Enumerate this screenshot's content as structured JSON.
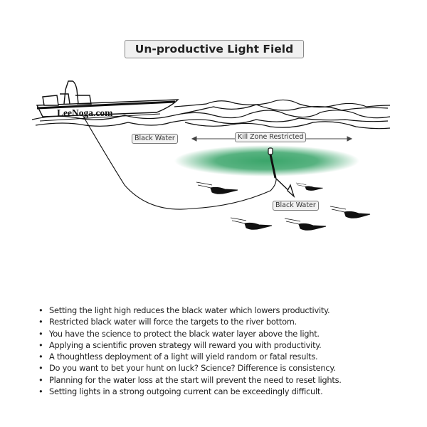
{
  "title": "Un-productive Light Field",
  "boat": {
    "brand_text": "LeeNoga.com"
  },
  "labels": {
    "black_water_left": "Black Water",
    "kill_zone": "Kill Zone Restricted",
    "black_water_lower": "Black Water"
  },
  "colors": {
    "light_field": "#3aa56a",
    "ink": "#111111",
    "label_bg": "#f2f2f2"
  },
  "bullet_glyph": "•",
  "bullets": [
    "Setting the light high reduces the black water which lowers productivity.",
    "Restricted black water will force the targets to the river bottom.",
    "You have the science to protect the black water layer above the light.",
    "Applying a scientific proven strategy will reward you with productivity.",
    "A thoughtless deployment of a light will yield random or fatal results.",
    "Do you want to bet your hunt on luck? Science? Difference is consistency.",
    "Planning for the water loss at the start will prevent the need to reset lights.",
    "Setting lights in a strong outgoing current can be exceedingly difficult."
  ]
}
